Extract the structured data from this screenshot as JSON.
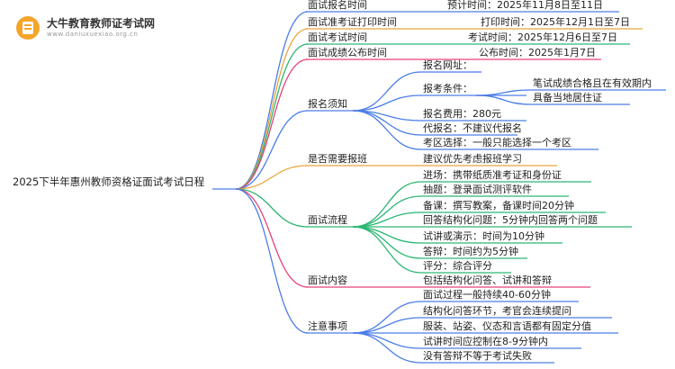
{
  "brand": {
    "logo_icon": "graduation-book-icon",
    "name": "大牛教育教师证考试网",
    "url": "www.daniuxuexiao.org.cn"
  },
  "colors": {
    "root_text": "#222222",
    "branch_palette": [
      "#4a7de8",
      "#e8a53b",
      "#2bb673",
      "#e8417a",
      "#9b59d0",
      "#2cb3c9",
      "#e86b3b"
    ]
  },
  "mindmap": {
    "root": "2025下半年惠州教师资格证面试考试日程",
    "branches": [
      {
        "label": "面试报名时间",
        "color": "#4a7de8",
        "note": "预计时间：2025年11月8日至11日",
        "children": []
      },
      {
        "label": "面试准考证打印时间",
        "color": "#e8a53b",
        "note": "打印时间：2025年12月1日至7日",
        "children": []
      },
      {
        "label": "面试考试时间",
        "color": "#2bb673",
        "note": "考试时间：2025年12月6日至7日",
        "children": []
      },
      {
        "label": "面试成绩公布时间",
        "color": "#e8417a",
        "note": "公布时间：2025年1月7日",
        "children": []
      },
      {
        "label": "报名须知",
        "color": "#4a7de8",
        "note": "",
        "children": [
          {
            "label": "报名网址：",
            "children": []
          },
          {
            "label": "报考条件：",
            "children": [
              {
                "label": "笔试成绩合格且在有效期内"
              },
              {
                "label": "具备当地居住证"
              }
            ]
          },
          {
            "label": "报名费用：280元",
            "children": []
          },
          {
            "label": "代报名：不建议代报名",
            "children": []
          },
          {
            "label": "考区选择：一般只能选择一个考区",
            "children": []
          }
        ]
      },
      {
        "label": "是否需要报班",
        "color": "#e8a53b",
        "note": "建议优先考虑报班学习",
        "children": []
      },
      {
        "label": "面试流程",
        "color": "#2bb673",
        "note": "",
        "children": [
          {
            "label": "进场：携带纸质准考证和身份证",
            "children": []
          },
          {
            "label": "抽题：登录面试测评软件",
            "children": []
          },
          {
            "label": "备课：撰写教案，备课时间20分钟",
            "children": []
          },
          {
            "label": "回答结构化问题：5分钟内回答两个问题",
            "children": []
          },
          {
            "label": "试讲或演示：时间为10分钟",
            "children": []
          },
          {
            "label": "答辩：时间约为5分钟",
            "children": []
          },
          {
            "label": "评分：综合评分",
            "children": []
          }
        ]
      },
      {
        "label": "面试内容",
        "color": "#e8417a",
        "note": "包括结构化问答、试讲和答辩",
        "children": []
      },
      {
        "label": "注意事项",
        "color": "#4a7de8",
        "note": "",
        "children": [
          {
            "label": "面试过程一般持续40-60分钟",
            "children": []
          },
          {
            "label": "结构化问答环节，考官会连续提问",
            "children": []
          },
          {
            "label": "服装、站姿、仪态和言语都有固定分值",
            "children": []
          },
          {
            "label": "试讲时间应控制在8-9分钟内",
            "children": []
          },
          {
            "label": "没有答辩不等于考试失败",
            "children": []
          }
        ]
      }
    ]
  }
}
